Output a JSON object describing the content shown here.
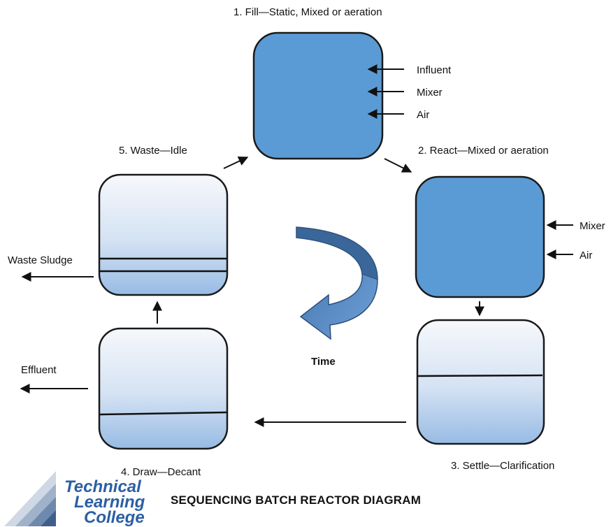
{
  "stages": {
    "fill": {
      "title": "1.  Fill—Static, Mixed or aeration",
      "inputs": [
        "Influent",
        "Mixer",
        "Air"
      ]
    },
    "react": {
      "title": "2.  React—Mixed or aeration",
      "inputs": [
        "Mixer",
        "Air"
      ]
    },
    "settle": {
      "title": "3.  Settle—Clarification"
    },
    "draw": {
      "title": "4.  Draw—Decant",
      "output": "Effluent"
    },
    "waste": {
      "title": "5.  Waste—Idle",
      "output": "Waste Sludge"
    }
  },
  "center_label": "Time",
  "diagram_title": "SEQUENCING BATCH REACTOR DIAGRAM",
  "logo": {
    "line1": "Technical",
    "line2": "Learning",
    "line3": "College"
  },
  "colors": {
    "full_tank": "#5b9bd5",
    "tank_stroke": "#1a1a1a",
    "light_top": "#f4f7fc",
    "light_bottom": "#9ec0e6",
    "logo_blue": "#2b5fa3"
  }
}
